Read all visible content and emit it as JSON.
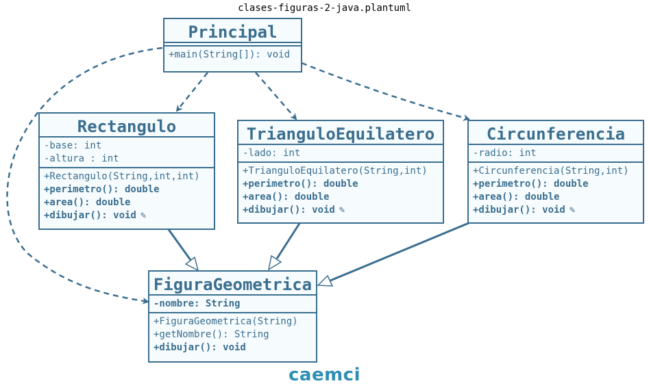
{
  "title": "clases-figuras-2-java.plantuml",
  "brand": "caemci",
  "colors": {
    "stroke": "#3a6e8f",
    "fill": "#f6fbfd",
    "brand": "#2f8fb3"
  },
  "classes": {
    "principal": {
      "name": "Principal",
      "attributes": [],
      "methods": [
        {
          "text": "+main(String[]): void",
          "bold": false
        }
      ]
    },
    "rectangulo": {
      "name": "Rectangulo",
      "attributes": [
        {
          "text": "-base: int",
          "bold": false
        },
        {
          "text": "-altura : int",
          "bold": false
        }
      ],
      "methods": [
        {
          "text": "+Rectangulo(String,int,int)",
          "bold": false
        },
        {
          "text": "+perimetro(): double",
          "bold": true
        },
        {
          "text": "+area(): double",
          "bold": true
        },
        {
          "text": "+dibujar(): void",
          "bold": true,
          "icon": "pencil-icon"
        }
      ]
    },
    "triangulo": {
      "name": "TrianguloEquilatero",
      "attributes": [
        {
          "text": "-lado: int",
          "bold": false
        }
      ],
      "methods": [
        {
          "text": "+TrianguloEquilatero(String,int)",
          "bold": false
        },
        {
          "text": "+perimetro(): double",
          "bold": true
        },
        {
          "text": "+area(): double",
          "bold": true
        },
        {
          "text": "+dibujar(): void",
          "bold": true,
          "icon": "pencil-icon"
        }
      ]
    },
    "circunferencia": {
      "name": "Circunferencia",
      "attributes": [
        {
          "text": "-radio: int",
          "bold": false
        }
      ],
      "methods": [
        {
          "text": "+Circunferencia(String,int)",
          "bold": false
        },
        {
          "text": "+perimetro(): double",
          "bold": true
        },
        {
          "text": "+area(): double",
          "bold": true
        },
        {
          "text": "+dibujar(): void",
          "bold": true,
          "icon": "pencil-icon"
        }
      ]
    },
    "figura": {
      "name": "FiguraGeometrica",
      "attributes": [
        {
          "text": "-nombre: String",
          "bold": true
        }
      ],
      "methods": [
        {
          "text": "+FiguraGeometrica(String)",
          "bold": false
        },
        {
          "text": "+getNombre(): String",
          "bold": false
        },
        {
          "text": "+dibujar(): void",
          "bold": true
        }
      ]
    }
  },
  "relations": [
    {
      "from": "Principal",
      "to": "Rectangulo",
      "type": "dependency"
    },
    {
      "from": "Principal",
      "to": "TrianguloEquilatero",
      "type": "dependency"
    },
    {
      "from": "Principal",
      "to": "Circunferencia",
      "type": "dependency"
    },
    {
      "from": "Principal",
      "to": "FiguraGeometrica",
      "type": "dependency"
    },
    {
      "from": "Rectangulo",
      "to": "FiguraGeometrica",
      "type": "inheritance"
    },
    {
      "from": "TrianguloEquilatero",
      "to": "FiguraGeometrica",
      "type": "inheritance"
    },
    {
      "from": "Circunferencia",
      "to": "FiguraGeometrica",
      "type": "inheritance"
    }
  ]
}
